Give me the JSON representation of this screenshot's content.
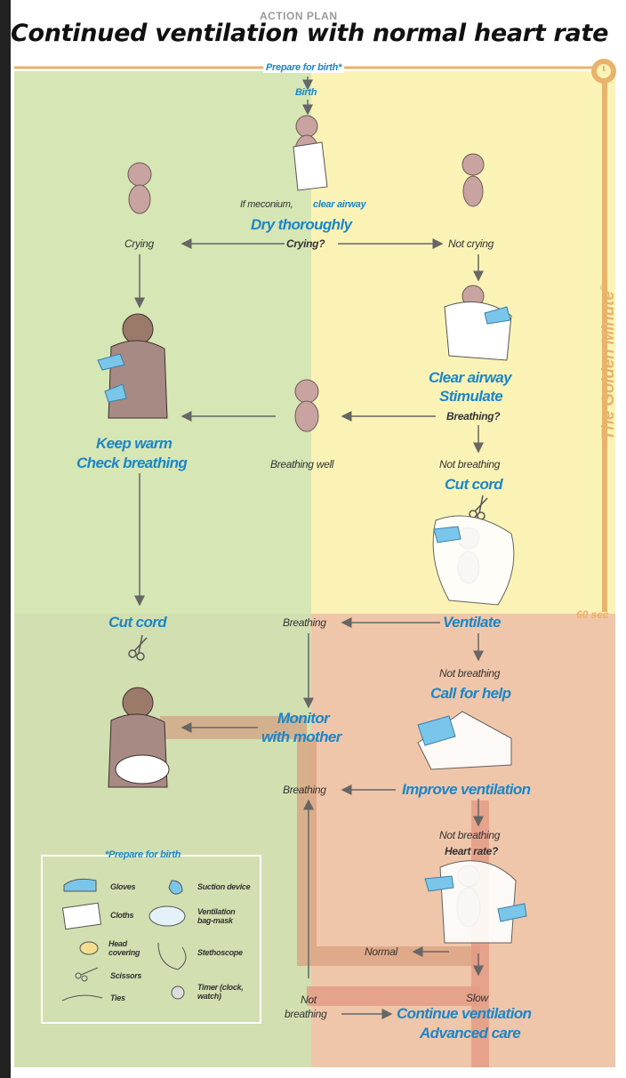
{
  "header": {
    "kicker": "ACTION PLAN",
    "title": "Continued ventilation with normal heart rate"
  },
  "top": {
    "prepare": "Prepare for birth*",
    "birth": "Birth",
    "meconium_prefix": "If meconium,",
    "meconium_action": "clear airway",
    "dry": "Dry thoroughly",
    "crying_q": "Crying?"
  },
  "branches": {
    "crying": "Crying",
    "not_crying": "Not crying",
    "clear_airway": "Clear airway",
    "stimulate": "Stimulate",
    "breathing_q": "Breathing?",
    "keep_warm": "Keep warm",
    "check_breathing": "Check breathing",
    "breathing_well": "Breathing well",
    "not_breathing_1": "Not breathing",
    "cut_cord_right": "Cut cord",
    "cut_cord_left": "Cut cord",
    "ventilate": "Ventilate",
    "breathing_1": "Breathing",
    "not_breathing_2": "Not breathing",
    "call_help": "Call for help",
    "monitor_1": "Monitor",
    "monitor_2": "with mother",
    "breathing_2": "Breathing",
    "improve": "Improve ventilation",
    "not_breathing_3": "Not breathing",
    "heart_rate": "Heart rate?",
    "normal": "Normal",
    "not_breathing_4a": "Not",
    "not_breathing_4b": "breathing",
    "slow": "Slow",
    "continue": "Continue ventilation",
    "advanced": "Advanced care"
  },
  "timer": {
    "golden": "The Golden Minute",
    "trademark": "®",
    "sixty": "60 sec"
  },
  "legend": {
    "title": "*Prepare for birth",
    "items": [
      {
        "label": "Gloves",
        "icon": "gloves-icon"
      },
      {
        "label": "Suction device",
        "icon": "suction-device-icon"
      },
      {
        "label": "Cloths",
        "icon": "cloths-icon"
      },
      {
        "label": "Ventilation bag-mask",
        "icon": "bag-mask-icon"
      },
      {
        "label": "Head covering",
        "icon": "head-covering-icon"
      },
      {
        "label": "Stethoscope",
        "icon": "stethoscope-icon"
      },
      {
        "label": "Scissors",
        "icon": "scissors-icon"
      },
      {
        "label": "Timer (clock, watch)",
        "icon": "timer-icon"
      },
      {
        "label": "Ties",
        "icon": "ties-icon"
      }
    ]
  },
  "colors": {
    "green_zone": "#d6e6b5",
    "yellow_zone": "#fbf3b6",
    "red_zone": "#f0c6aa",
    "action_blue": "#1b86c8",
    "timer_tan": "#e9b36b"
  }
}
